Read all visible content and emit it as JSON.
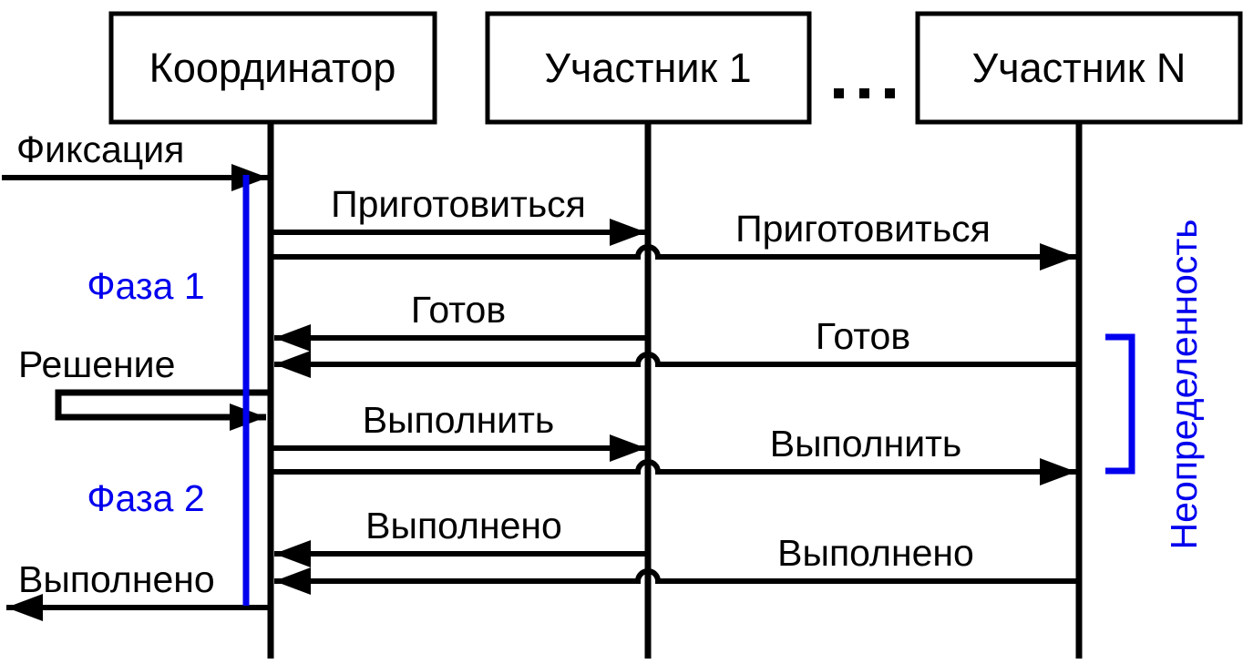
{
  "colors": {
    "line": "#000000",
    "annotation_blue": "#0000EE",
    "background": "#FFFFFF"
  },
  "actors": {
    "coordinator": "Координатор",
    "participant1": "Участник 1",
    "participantN": "Участник N"
  },
  "ellipsis": "...",
  "external": {
    "commit_request": "Фиксация",
    "done_reply": "Выполнено"
  },
  "self_message": {
    "decision": "Решение"
  },
  "messages": {
    "prepare_p1": "Приготовиться",
    "prepare_pn": "Приготовиться",
    "ready_p1": "Готов",
    "ready_pn": "Готов",
    "execute_p1": "Выполнить",
    "execute_pn": "Выполнить",
    "done_p1": "Выполнено",
    "done_pn": "Выполнено"
  },
  "annotations": {
    "phase1": "Фаза 1",
    "phase2": "Фаза 2",
    "uncertainty": "Неопределенность"
  }
}
